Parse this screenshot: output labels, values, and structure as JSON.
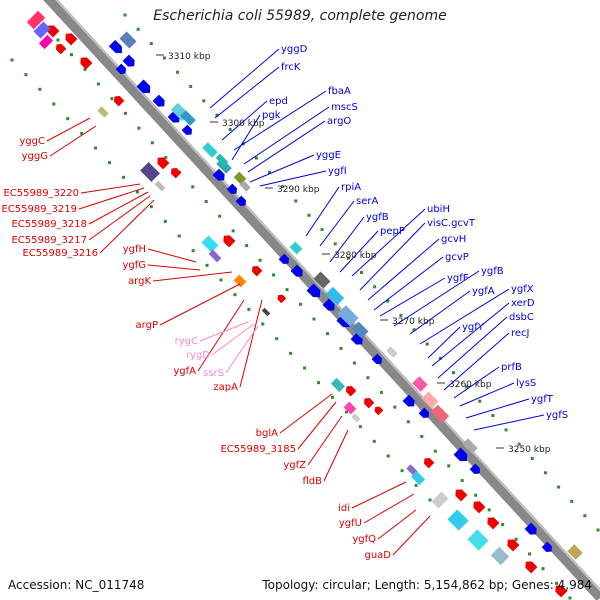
{
  "title": "Escherichia coli 55989, complete genome",
  "footer": {
    "accession": "Accession: NC_011748",
    "stats": "Topology: circular; Length: 5,154,862 bp; Genes: 4,984"
  },
  "colors": {
    "forward_label": "#0000dd",
    "reverse_label": "#dd0000",
    "rna_label": "#ff88cc",
    "backbone": "#888888"
  },
  "scale_ticks": [
    "3310 kbp",
    "3300 kbp",
    "3290 kbp",
    "3280 kbp",
    "3270 kbp",
    "3260 kbp",
    "3250 kbp"
  ],
  "forward_genes": [
    "yggD",
    "frcK",
    "epd",
    "fbaA",
    "pgk",
    "mscS",
    "argO",
    "yggE",
    "ygfI",
    "rpiA",
    "serA",
    "ygfB",
    "pepP",
    "ubiH",
    "visC.gcvT",
    "gcvH",
    "gcvP",
    "ygfF",
    "ygfB",
    "ygfA",
    "ygfX",
    "ygfY",
    "xerD",
    "dsbC",
    "recJ",
    "prfB",
    "lysS",
    "ygfT",
    "ygfS"
  ],
  "reverse_genes": [
    "yggC",
    "yggG",
    "EC55989_3220",
    "EC55989_3219",
    "EC55989_3218",
    "EC55989_3217",
    "EC55989_3216",
    "ygfH",
    "ygfG",
    "argK",
    "argP",
    "ygfA",
    "zapA",
    "bglA",
    "EC55989_3185",
    "ygfZ",
    "fldB",
    "idi",
    "ygfU",
    "ygfQ",
    "guaD"
  ],
  "rna_genes": [
    "rygC",
    "rygD",
    "ssrS"
  ]
}
